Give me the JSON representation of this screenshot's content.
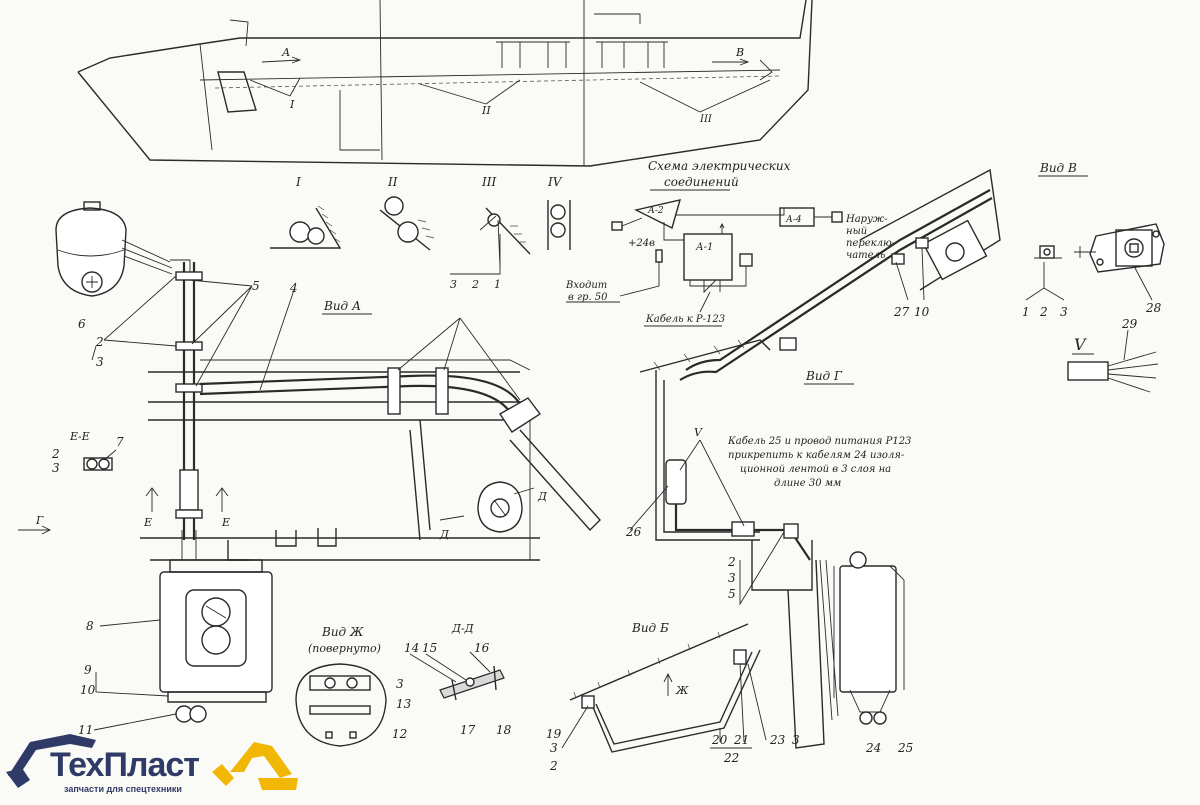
{
  "schema": {
    "title_line1": "Схема электрических",
    "title_line2": "соединений",
    "input_line1": "Входит",
    "input_line2": "в гр. 50",
    "voltage": "+24в",
    "cable": "Кабель к Р-123",
    "outer_switch_line1": "Наруж-",
    "outer_switch_line2": "ный",
    "outer_switch_line3": "переклю-",
    "outer_switch_line4": "чатель",
    "block_a1": "А-1",
    "block_a2": "А-2",
    "block_a4": "А-4"
  },
  "views": {
    "vid_a": "Вид А",
    "vid_b": "Вид Б",
    "vid_v": "Вид В",
    "vid_g": "Вид Г",
    "vid_zh_line1": "Вид Ж",
    "vid_zh_line2": "(повернуто)",
    "section_dd": "Д-Д",
    "section_ee": "Е-Е",
    "detail_v": "V"
  },
  "note": {
    "line1": "Кабель 25 и провод питания Р123",
    "line2": "прикрепить к кабелям 24 изоля-",
    "line3": "ционной лентой в 3 слоя на",
    "line4": "длине 30 мм"
  },
  "details": [
    "I",
    "II",
    "III",
    "IV"
  ],
  "arrows": {
    "a": "А",
    "v": "В",
    "g": "Г",
    "d": "Д",
    "e": "Е",
    "zh": "Ж"
  },
  "callouts": {
    "n1": "1",
    "n2": "2",
    "n3": "3",
    "n4": "4",
    "n5": "5",
    "n6": "6",
    "n7": "7",
    "n8": "8",
    "n9": "9",
    "n10": "10",
    "n11": "11",
    "n12": "12",
    "n13": "13",
    "n14": "14",
    "n15": "15",
    "n16": "16",
    "n17": "17",
    "n18": "18",
    "n19": "19",
    "n20": "20",
    "n21": "21",
    "n22": "22",
    "n23": "23",
    "n24": "24",
    "n25": "25",
    "n26": "26",
    "n27": "27",
    "n28": "28",
    "n29": "29"
  },
  "logo": {
    "brand": "ТехПласт",
    "tagline": "запчасти для спецтехники",
    "color": "#2f3a66",
    "accent": "#f2b705"
  }
}
